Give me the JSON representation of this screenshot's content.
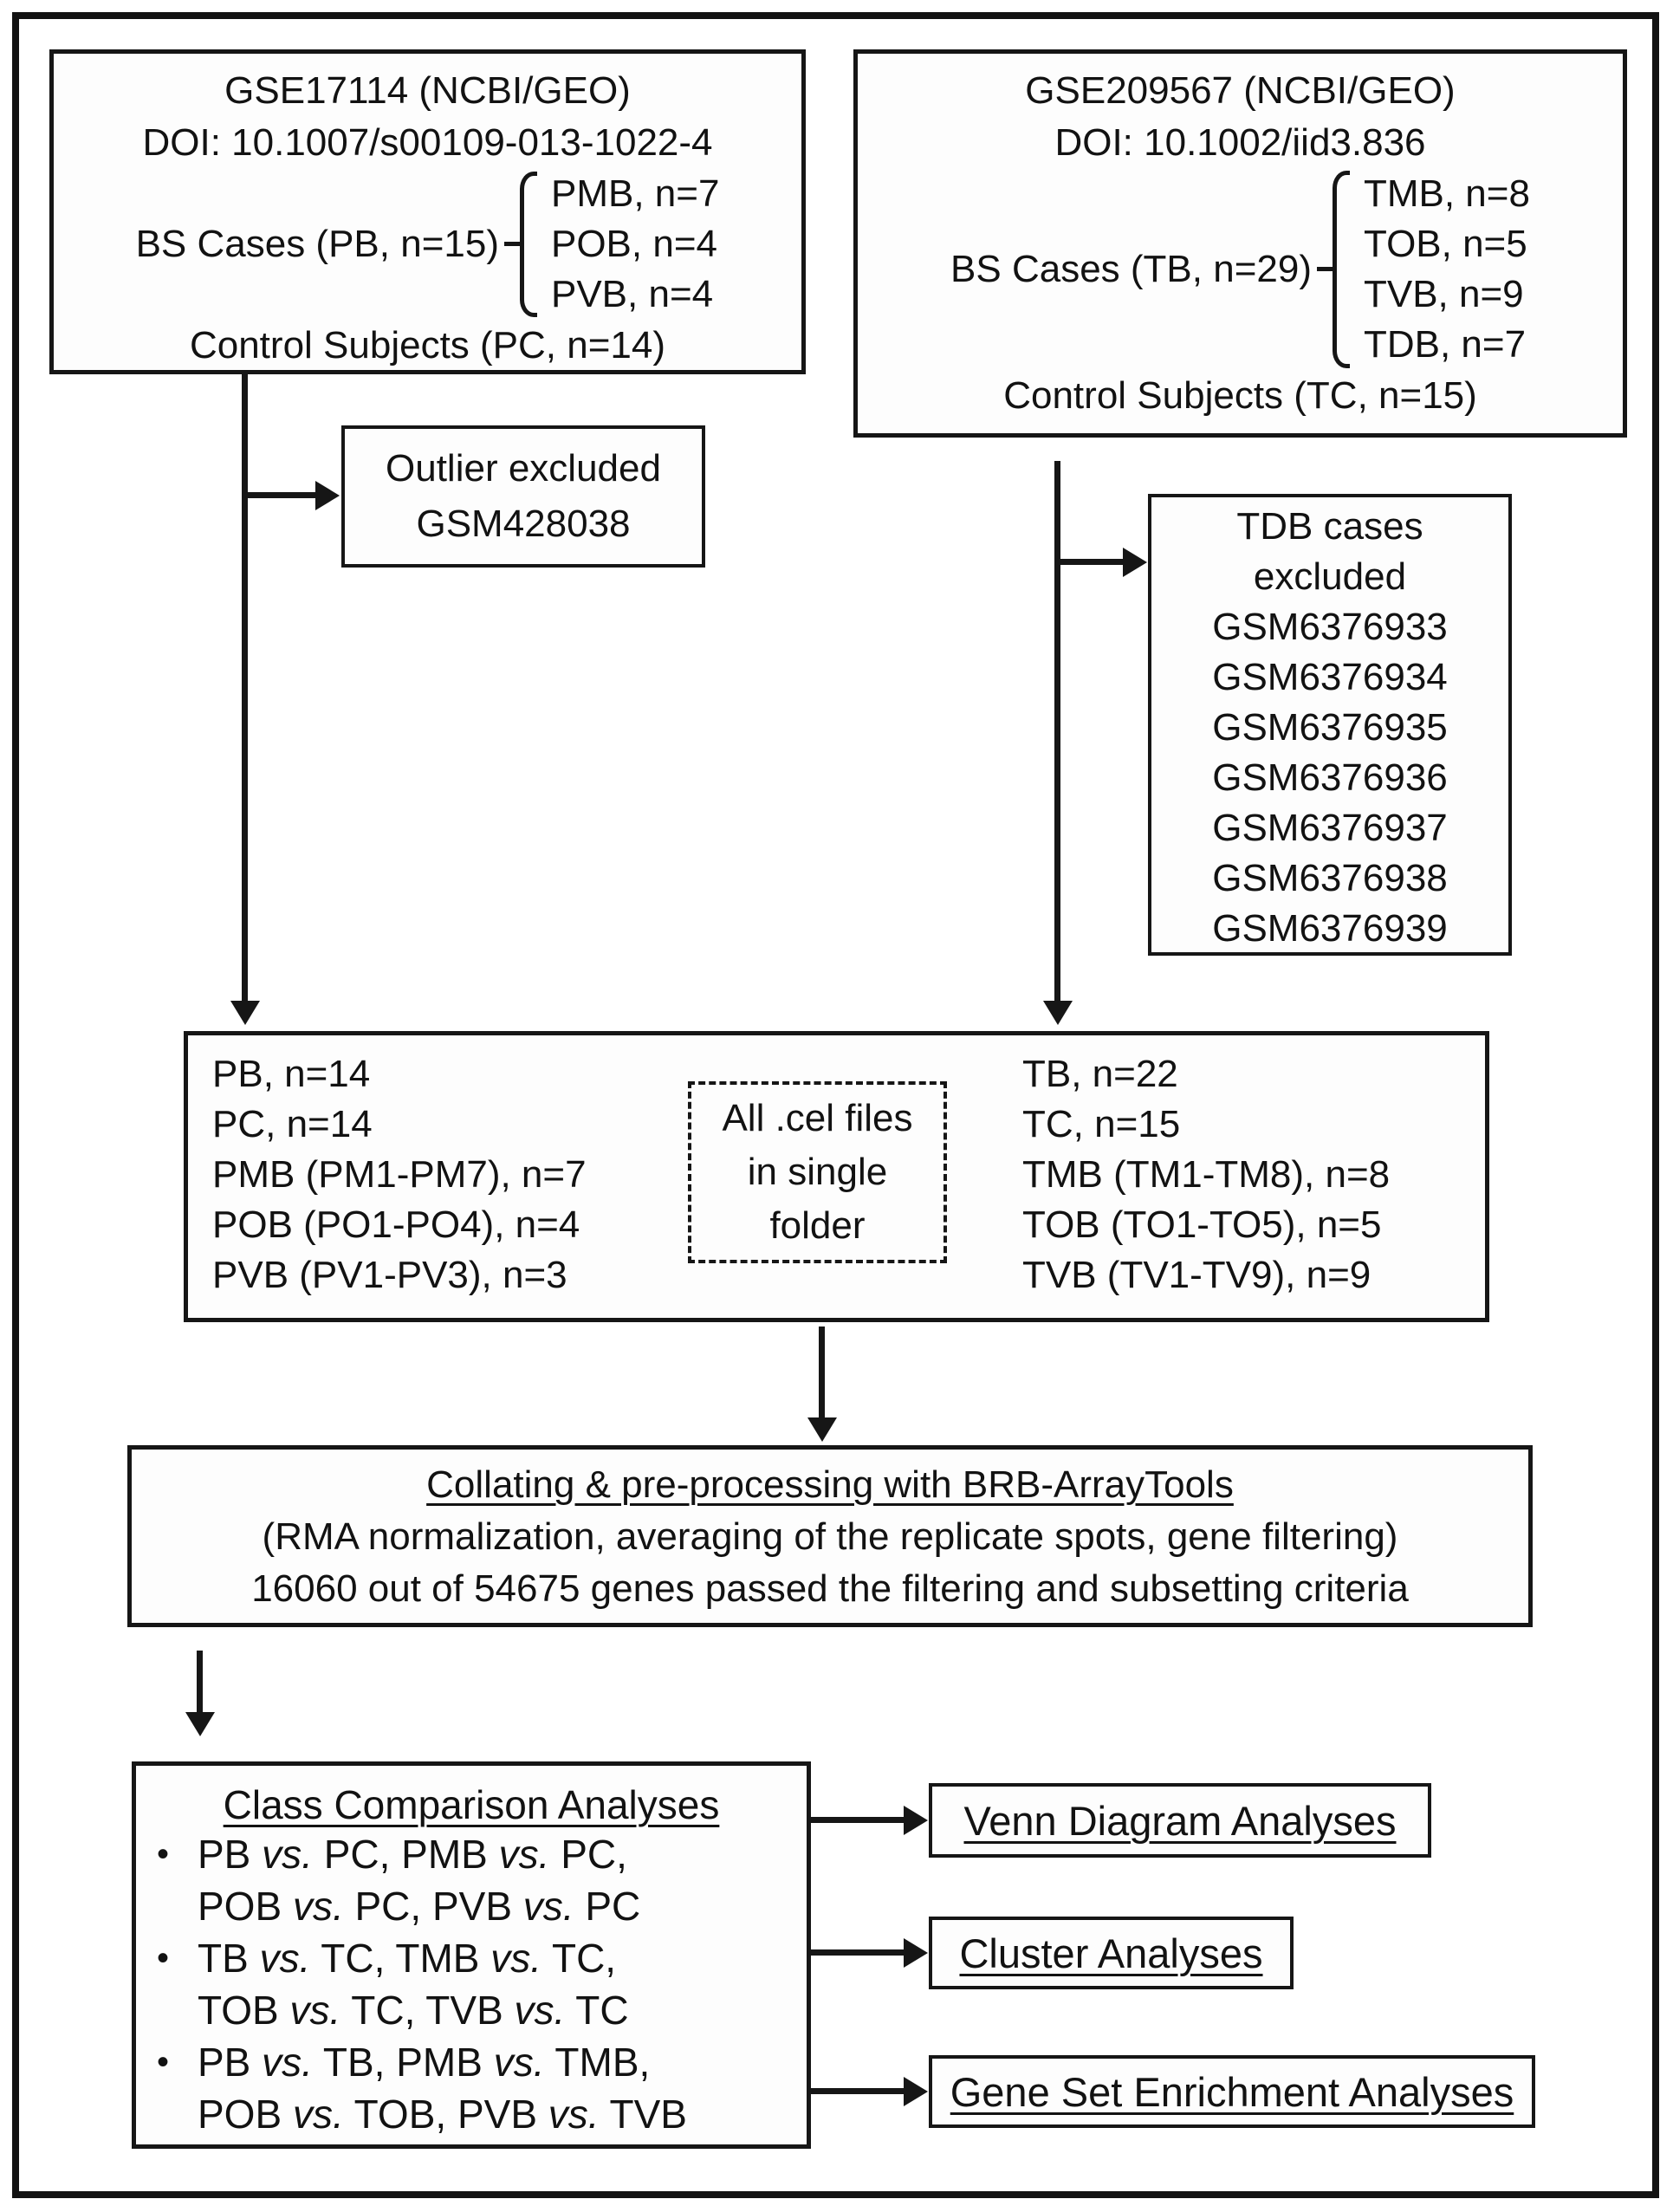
{
  "diagram": {
    "bullet_marker": "•",
    "left_dataset": {
      "title": "GSE17114 (NCBI/GEO)",
      "doi": "DOI: 10.1007/s00109-013-1022-4",
      "cases_label": "BS Cases (PB, n=15)",
      "groups": [
        "PMB, n=7",
        "POB, n=4",
        "PVB, n=4"
      ],
      "controls": "Control Subjects (PC, n=14)"
    },
    "right_dataset": {
      "title": "GSE209567 (NCBI/GEO)",
      "doi": "DOI: 10.1002/iid3.836",
      "cases_label": "BS Cases (TB, n=29)",
      "groups": [
        "TMB, n=8",
        "TOB, n=5",
        "TVB, n=9",
        "TDB, n=7"
      ],
      "controls": "Control Subjects (TC, n=15)"
    },
    "outlier_note": {
      "lines": [
        "Outlier excluded",
        "GSM428038"
      ]
    },
    "tdb_note": {
      "lines": [
        "TDB cases",
        "excluded",
        "GSM6376933",
        "GSM6376934",
        "GSM6376935",
        "GSM6376936",
        "GSM6376937",
        "GSM6376938",
        "GSM6376939"
      ]
    },
    "pooled": {
      "left_items": [
        "PB, n=14",
        "PC, n=14",
        "PMB (PM1-PM7), n=7",
        "POB (PO1-PO4), n=4",
        "PVB (PV1-PV3), n=3"
      ],
      "cel_note": [
        "All .cel files",
        "in single",
        "folder"
      ],
      "right_items": [
        "TB, n=22",
        "TC, n=15",
        "TMB (TM1-TM8), n=8",
        "TOB (TO1-TO5), n=5",
        "TVB (TV1-TV9), n=9"
      ]
    },
    "processing": {
      "title": "Collating & pre-processing with BRB-ArrayTools",
      "line2": "(RMA normalization, averaging of the replicate spots, gene filtering)",
      "line3": "16060 out of 54675 genes passed the filtering and subsetting criteria"
    },
    "class_comparison": {
      "title": "Class Comparison Analyses",
      "bullets": [
        [
          "PB vs. PC, PMB vs. PC,",
          "POB vs. PC, PVB vs. PC"
        ],
        [
          "TB vs. TC, TMB vs. TC,",
          "TOB vs. TC, TVB vs. TC"
        ],
        [
          "PB vs. TB, PMB vs. TMB,",
          "POB vs. TOB, PVB vs. TVB"
        ]
      ]
    },
    "outputs": {
      "venn": "Venn Diagram Analyses",
      "cluster": "Cluster Analyses",
      "gsea": "Gene Set Enrichment Analyses"
    }
  }
}
